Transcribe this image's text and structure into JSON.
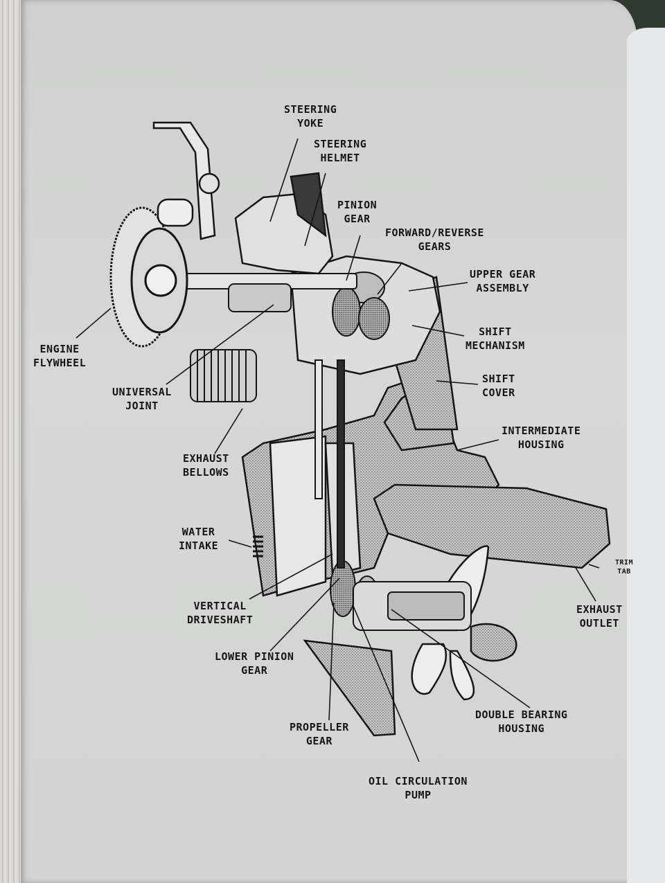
{
  "labels": {
    "steering_yoke": [
      "STEERING",
      "YOKE"
    ],
    "steering_helmet": [
      "STEERING",
      "HELMET"
    ],
    "pinion_gear": [
      "PINION",
      "GEAR"
    ],
    "forward_reverse_gears": [
      "FORWARD/REVERSE",
      "GEARS"
    ],
    "upper_gear_assembly": [
      "UPPER GEAR",
      "ASSEMBLY"
    ],
    "shift_mechanism": [
      "SHIFT",
      "MECHANISM"
    ],
    "shift_cover": [
      "SHIFT",
      "COVER"
    ],
    "intermediate_housing": [
      "INTERMEDIATE",
      "HOUSING"
    ],
    "trim_tab": [
      "TRIM",
      "TAB"
    ],
    "exhaust_outlet": [
      "EXHAUST",
      "OUTLET"
    ],
    "engine_flywheel": [
      "ENGINE",
      "FLYWHEEL"
    ],
    "universal_joint": [
      "UNIVERSAL",
      "JOINT"
    ],
    "exhaust_bellows": [
      "EXHAUST",
      "BELLOWS"
    ],
    "water_intake": [
      "WATER",
      "INTAKE"
    ],
    "vertical_driveshaft": [
      "VERTICAL",
      "DRIVESHAFT"
    ],
    "lower_pinion_gear": [
      "LOWER PINION",
      "GEAR"
    ],
    "propeller_gear": [
      "PROPELLER",
      "GEAR"
    ],
    "oil_circulation_pump": [
      "OIL CIRCULATION",
      "PUMP"
    ],
    "double_bearing_housing": [
      "DOUBLE BEARING",
      "HOUSING"
    ]
  },
  "colors": {
    "ink": "#151515",
    "paper": "#d3d4d3",
    "stipple": "#8f908f"
  }
}
